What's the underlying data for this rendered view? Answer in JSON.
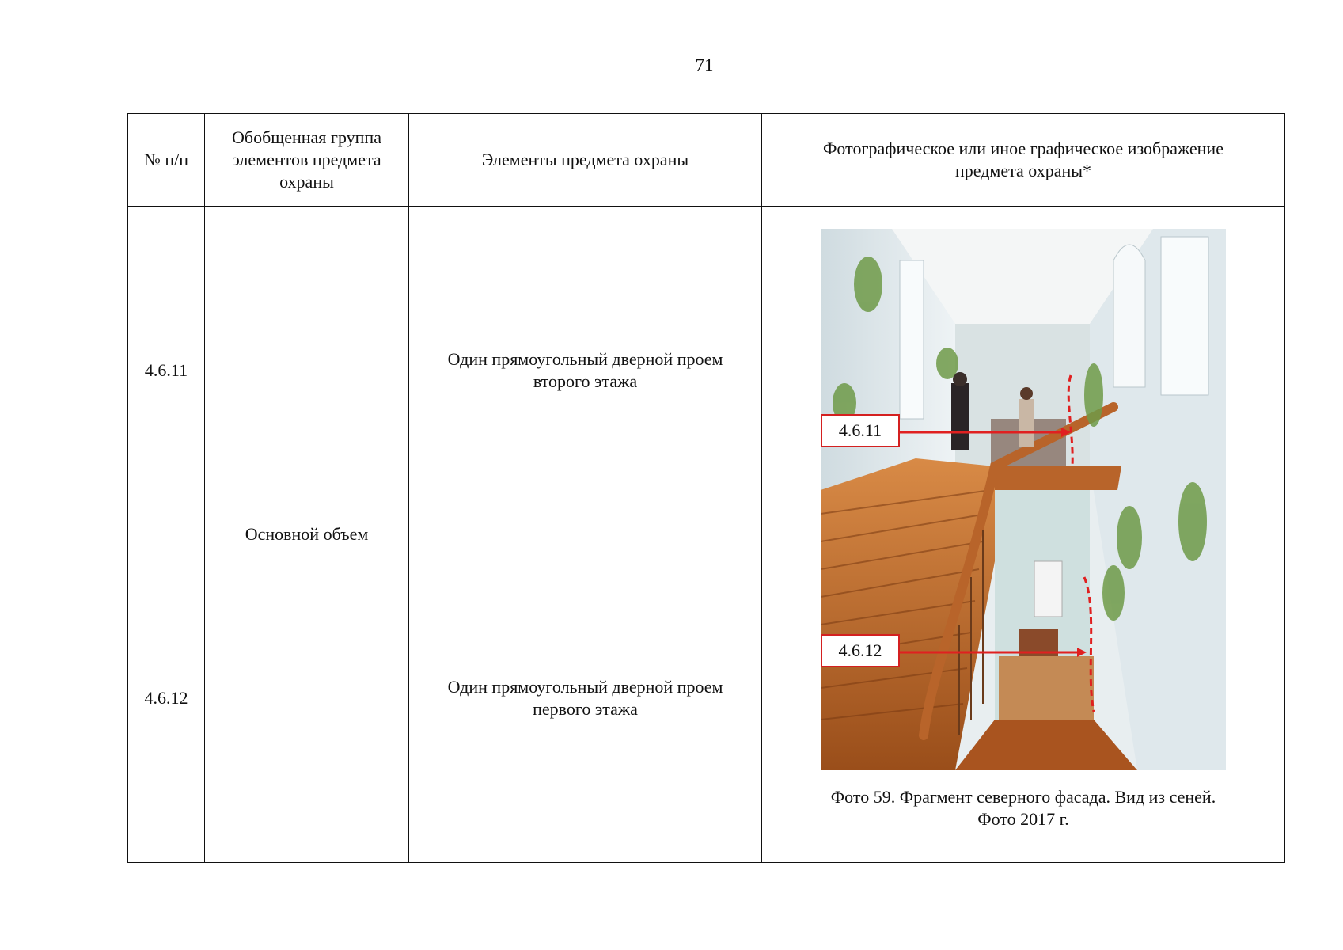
{
  "page": {
    "number": "71"
  },
  "table": {
    "headers": [
      "№ п/п",
      "Обобщенная группа элементов предмета охраны",
      "Элементы предмета охраны",
      "Фотографическое или иное графическое изображение предмета охраны*"
    ],
    "group": "Основной объем",
    "rows": [
      {
        "num": "4.6.11",
        "element": "Один прямоугольный дверной проем второго этажа"
      },
      {
        "num": "4.6.12",
        "element": "Один прямоугольный дверной проем первого этажа"
      }
    ]
  },
  "photo": {
    "callouts": [
      "4.6.11",
      "4.6.12"
    ],
    "caption_line1": "Фото 59. Фрагмент северного фасада. Вид из сеней.",
    "caption_line2": "Фото 2017 г."
  },
  "colors": {
    "callout_red": "#d42020",
    "stair_orange": "#c8702a",
    "wall_blue": "#e3ecf0"
  }
}
